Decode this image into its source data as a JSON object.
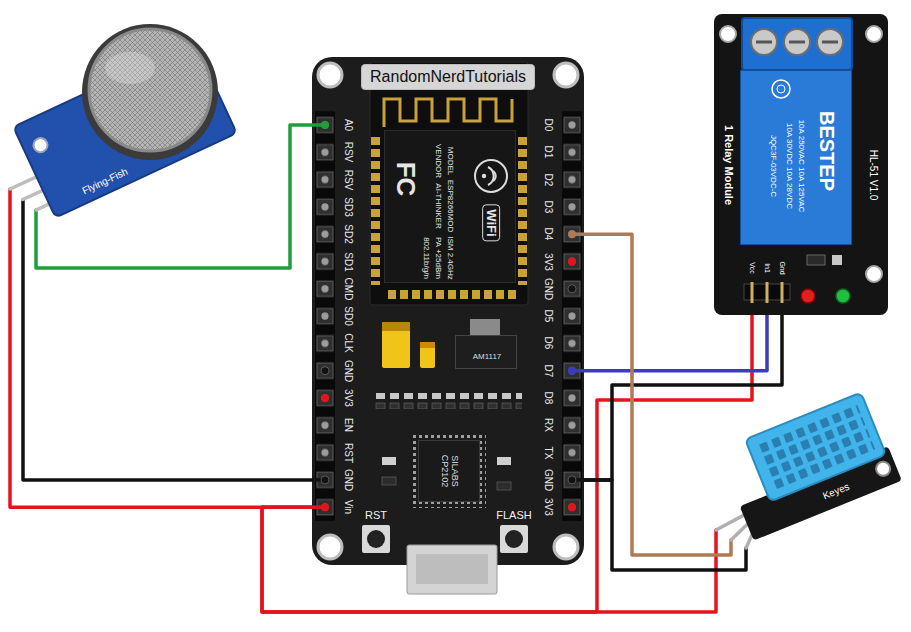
{
  "diagram": {
    "nodes": [
      {
        "text": [
          "Flying-Fish"
        ]
      },
      {
        "text": [
          "A0",
          "RSV",
          "RSV",
          "SD3",
          "SD2",
          "SD1",
          "CMD",
          "SD0",
          "CLK",
          "GND",
          "3V3",
          "EN",
          "RST",
          "GND",
          "Vin",
          "D0",
          "D1",
          "D2",
          "D3",
          "D4",
          "3V3",
          "GND",
          "D5",
          "D6",
          "D7",
          "D8",
          "RX",
          "TX",
          "GND",
          "3V3",
          "RST",
          "FLASH"
        ]
      },
      {
        "text": [
          "RandomNerdTutorials"
        ],
        "in": 1
      },
      {
        "text": [
          "FC",
          "MODEL",
          "ESP8266MOD",
          "VENDOR",
          "AI-THINKER",
          "ISM 2.4GHz",
          "PA +25dBm",
          "802.11b/g/n",
          "WiFi"
        ],
        "in": 1
      },
      {
        "text": [
          "AM1117"
        ],
        "in": 1
      },
      {
        "text": [
          "SILABS CP2102"
        ],
        "in": 1
      },
      {
        "text": [
          "1 Relay Module",
          "HL-51 V1.0",
          "Vcc",
          "In1",
          "Gnd"
        ]
      },
      {
        "text": [
          "BESTEP",
          "10A 250VAC 10A 125VAC",
          "10A 30VDC 10A 28VDC",
          "JQC3F-03VDC-C"
        ],
        "in": 6
      },
      {
        "text": [
          "Keyes"
        ]
      }
    ],
    "edges": [
      {
        "from": 0,
        "to": 1,
        "arrow": "none"
      },
      {
        "from": 0,
        "to": 1,
        "arrow": "none"
      },
      {
        "from": 0,
        "to": 1,
        "arrow": "none"
      },
      {
        "from": 6,
        "to": 1,
        "arrow": "none"
      },
      {
        "from": 6,
        "to": 1,
        "arrow": "none"
      },
      {
        "from": 6,
        "to": 1,
        "arrow": "none"
      },
      {
        "from": 8,
        "to": 1,
        "arrow": "none"
      },
      {
        "from": 8,
        "to": 1,
        "arrow": "none"
      },
      {
        "from": 8,
        "to": 1,
        "arrow": "none"
      }
    ]
  }
}
